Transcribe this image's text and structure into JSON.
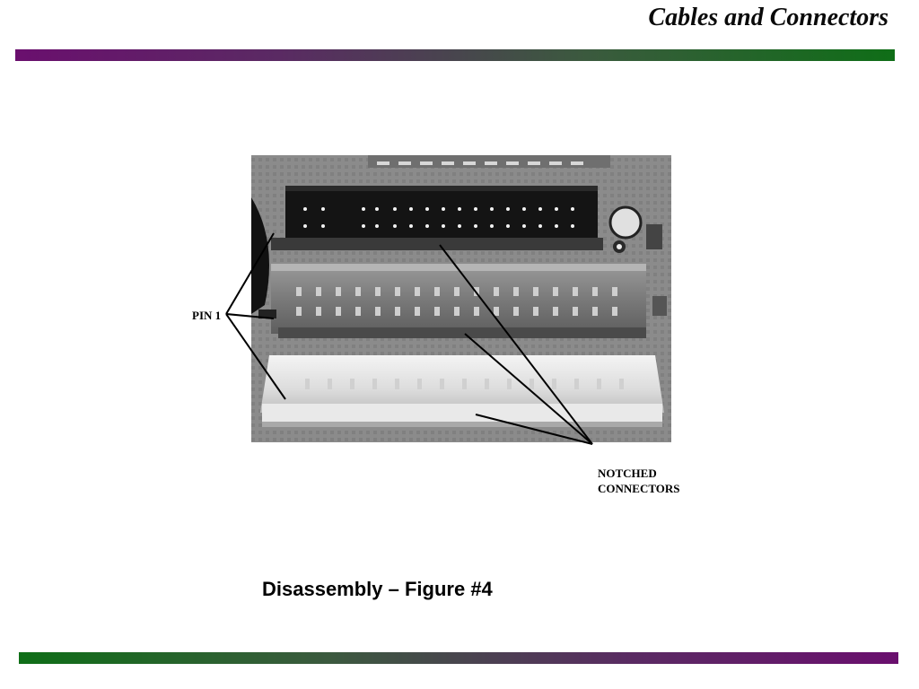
{
  "slide": {
    "title": "Cables and Connectors",
    "caption": "Disassembly – Figure #4"
  },
  "figure": {
    "pin_label": "PIN 1",
    "notched_label_line1": "NOTCHED",
    "notched_label_line2": "CONNECTORS"
  },
  "colors": {
    "purple": "#6a0f6e",
    "green": "#0f6e17"
  }
}
